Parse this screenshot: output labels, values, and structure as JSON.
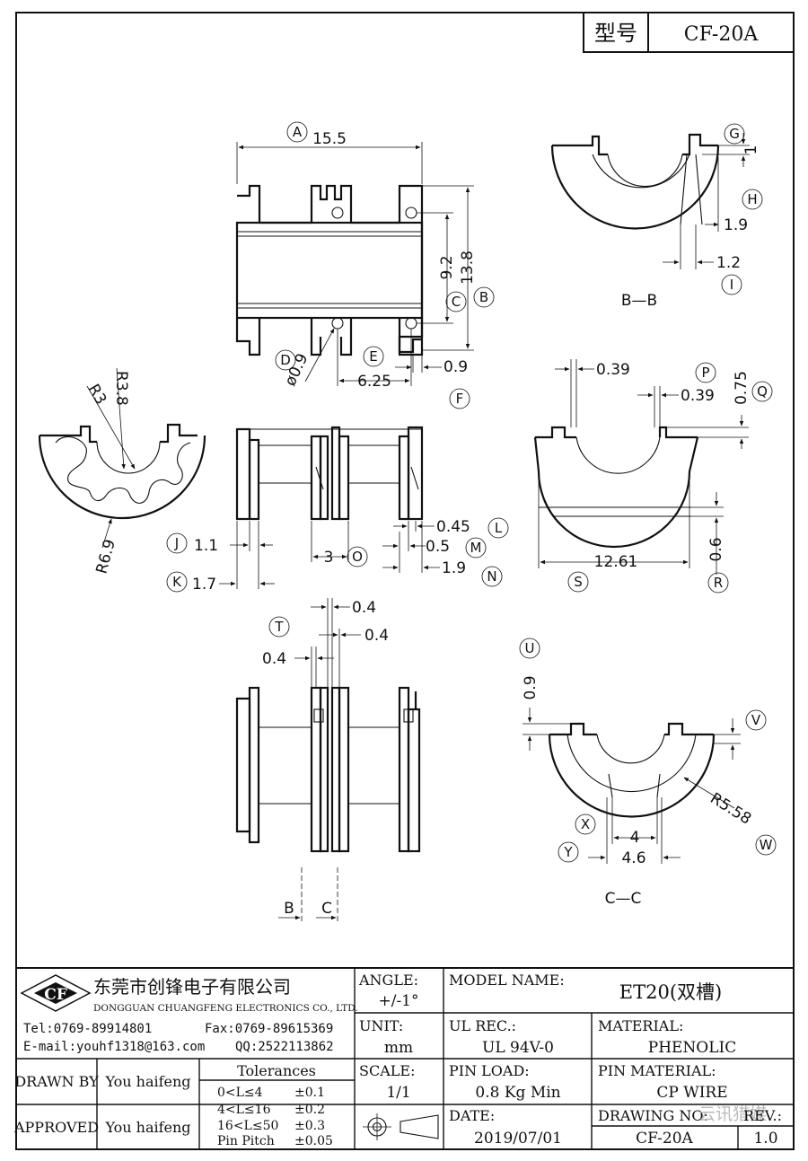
{
  "header": {
    "model_label": "型号",
    "model_value": "CF-20A"
  },
  "views": {
    "top": {
      "dims": {
        "A": "15.5",
        "B": "13.8",
        "C": "9.2",
        "D": "ø0.9",
        "E": "6.25",
        "F": "0.9"
      },
      "letters": [
        "A",
        "B",
        "C",
        "D",
        "E",
        "F"
      ]
    },
    "side": {
      "dims": {
        "R3": "R3",
        "R3_8": "R3.8",
        "R6_9": "R6.9"
      }
    },
    "front": {
      "dims": {
        "J": "1.1",
        "K": "1.7",
        "O": "3",
        "L": "0.45",
        "M": "0.5",
        "N": "1.9"
      },
      "letters": [
        "J",
        "K",
        "O",
        "L",
        "M",
        "N"
      ]
    },
    "bb": {
      "caption": "B—B",
      "dims": {
        "G": "1",
        "H": "1.9",
        "I": "1.2"
      },
      "letters": [
        "G",
        "H",
        "I"
      ]
    },
    "end": {
      "dims": {
        "left039": "0.39",
        "P": "0.39",
        "Q": "0.75",
        "S": "12.61",
        "R": "0.6"
      },
      "letters": [
        "P",
        "Q",
        "S",
        "R"
      ]
    },
    "section": {
      "dims": {
        "top04": "0.4",
        "mid04": "0.4",
        "T": "0.4"
      },
      "letters": [
        "T"
      ],
      "cut_b": "B",
      "cut_c": "C"
    },
    "cc": {
      "caption": "C—C",
      "dims": {
        "U": "0.9",
        "W": "R5.58",
        "X": "4",
        "Y": "4.6"
      },
      "letters": [
        "U",
        "V",
        "W",
        "X",
        "Y"
      ]
    }
  },
  "title_block": {
    "company_cn": "东莞市创锋电子有限公司",
    "company_en": "DONGGUAN CHUANGFENG ELECTRONICS CO., LTD.",
    "logo_text": "CF",
    "tel": "Tel:0769-89914801",
    "fax": "Fax:0769-89615369",
    "email": "E-mail:youhf1318@163.com",
    "qq": "QQ:2522113862",
    "angle_label": "ANGLE:",
    "angle_value": "+/-1°",
    "unit_label": "UNIT:",
    "unit_value": "mm",
    "scale_label": "SCALE:",
    "scale_value": "1/1",
    "model_name_label": "MODEL NAME:",
    "model_name_value": "ET20(双槽)",
    "ul_label": "UL REC.:",
    "ul_value": "UL 94V-0",
    "material_label": "MATERIAL:",
    "material_value": "PHENOLIC",
    "pin_load_label": "PIN LOAD:",
    "pin_load_value": "0.8 Kg Min",
    "pin_material_label": "PIN MATERIAL:",
    "pin_material_value": "CP WIRE",
    "date_label": "DATE:",
    "date_value": "2019/07/01",
    "drawing_no_label": "DRAWING NO:",
    "drawing_no_value": "CF-20A",
    "rev_label": "REV.:",
    "rev_value": "1.0",
    "drawn_by_label": "DRAWN BY",
    "drawn_by_value": "You haifeng",
    "approved_label": "APPROVED",
    "approved_value": "You haifeng",
    "tolerances_label": "Tolerances",
    "tolerances": [
      {
        "range": "0<L≤4",
        "tol": "±0.1"
      },
      {
        "range": "4<L≤16",
        "tol": "±0.2"
      },
      {
        "range": "16<L≤50",
        "tol": "±0.3"
      },
      {
        "range": "Pin Pitch",
        "tol": "±0.05"
      }
    ],
    "watermark": "云讯猎媒"
  }
}
